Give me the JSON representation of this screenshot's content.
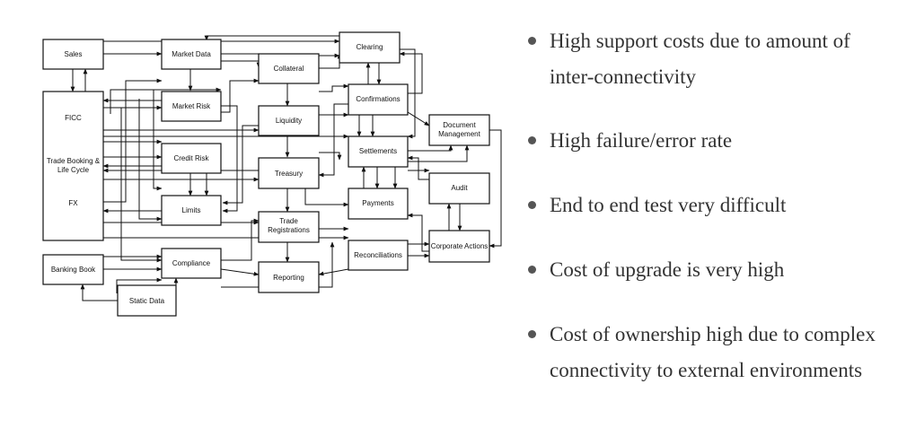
{
  "diagram": {
    "boxes": {
      "sales": "Sales",
      "market_data": "Market Data",
      "clearing": "Clearing",
      "collateral": "Collateral",
      "confirmations": "Confirmations",
      "ficc": "FICC",
      "trade_booking_line1": "Trade Booking &",
      "trade_booking_line2": "Life Cycle",
      "fx": "FX",
      "market_risk": "Market Risk",
      "liquidity": "Liquidity",
      "document_mgmt_line1": "Document",
      "document_mgmt_line2": "Management",
      "settlements": "Settlements",
      "credit_risk": "Credit Risk",
      "treasury": "Treasury",
      "audit": "Audit",
      "payments": "Payments",
      "limits": "Limits",
      "trade_reg_line1": "Trade",
      "trade_reg_line2": "Registrations",
      "corporate_actions": "Corporate Actions",
      "reconciliations": "Reconciliations",
      "banking_book": "Banking Book",
      "compliance": "Compliance",
      "reporting": "Reporting",
      "static_data": "Static Data"
    }
  },
  "bullets": [
    "High support costs due to amount of inter-connectivity",
    "High failure/error rate",
    "End to end test very difficult",
    "Cost of upgrade is very high",
    "Cost of ownership high due to complex connectivity to external environments"
  ]
}
